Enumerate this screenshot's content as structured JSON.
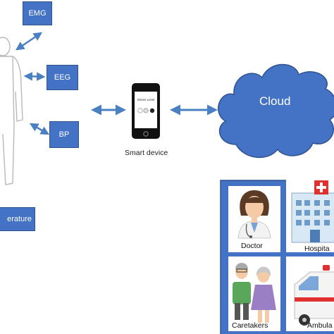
{
  "sensors": {
    "emg": "EMG",
    "eeg": "EEG",
    "bp": "BP",
    "temperature": "erature"
  },
  "smart_device": {
    "label": "Smart device",
    "screen_text": "Stress Level"
  },
  "cloud": {
    "label": "Cloud"
  },
  "care_panel": {
    "doctor": "Doctor",
    "hospital": "Hospita",
    "caretakers": "Caretakers",
    "ambulance": "Ambula"
  },
  "colors": {
    "box_fill": "#4472c4",
    "box_border": "#2f528f",
    "arrow": "#4a7fc1",
    "cloud_fill": "#4472c4"
  }
}
